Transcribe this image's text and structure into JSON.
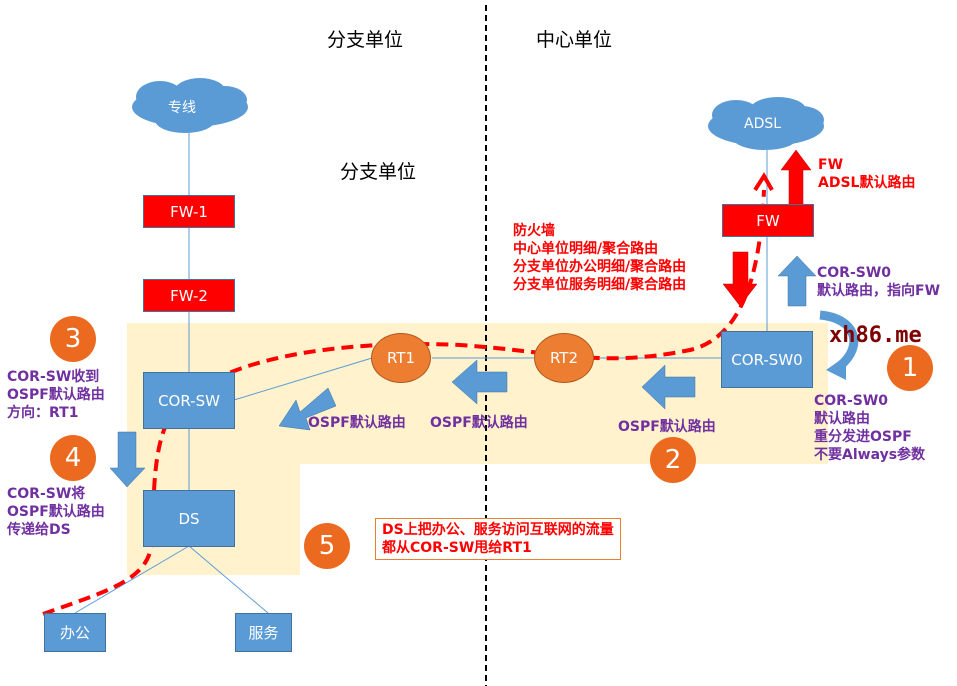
{
  "headers": {
    "branch_title": "分支单位",
    "center_title": "中心单位",
    "branch_subtitle": "分支单位"
  },
  "clouds": {
    "leased_line": "专线",
    "adsl": "ADSL"
  },
  "devices": {
    "fw1": "FW-1",
    "fw2": "FW-2",
    "cor_sw": "COR-SW",
    "ds": "DS",
    "office": "办公",
    "service": "服务",
    "rt1": "RT1",
    "rt2": "RT2",
    "cor_sw0": "COR-SW0",
    "fw": "FW"
  },
  "badges": [
    "1",
    "2",
    "3",
    "4",
    "5"
  ],
  "notes": {
    "fw_adsl": "FW\nADSL默认路由",
    "firewall_routes": "防火墙\n中心单位明细/聚合路由\n分支单位办公明细/聚合路由\n分支单位服务明细/聚合路由",
    "corsw0_default": "COR-SW0\n默认路由，指向FW",
    "corsw0_redistribute": "COR-SW0\n默认路由\n重分发进OSPF\n不要Always参数",
    "ospf_default_1": "OSPF默认路由",
    "ospf_default_2": "OSPF默认路由",
    "ospf_default_3": "OSPF默认路由",
    "corsw_received": "COR-SW收到\nOSPF默认路由\n方向：RT1",
    "corsw_pass": "COR-SW将\nOSPF默认路由\n传递给DS",
    "ds_traffic": "DS上把办公、服务访问互联网的流量\n都从COR-SW甩给RT1"
  },
  "watermark": "xh86.me",
  "colors": {
    "device_blue": "#5b9bd5",
    "firewall_red": "#ff0000",
    "router_orange": "#ed7d31",
    "badge_orange": "#ec6a20",
    "region_beige": "#fff2cc",
    "note_purple": "#7030a0",
    "note_red": "#ff0000"
  }
}
